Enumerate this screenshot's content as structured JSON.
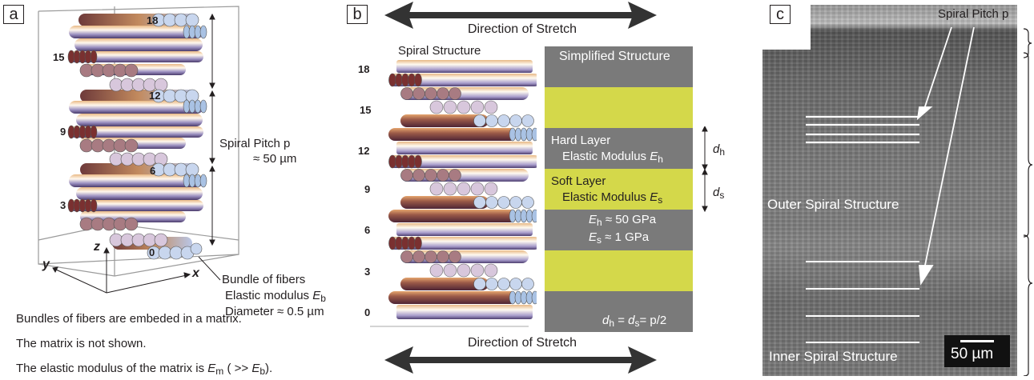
{
  "panel_a": {
    "label": "a",
    "layer_numbers": [
      "18",
      "15",
      "12",
      "9",
      "6",
      "3",
      "0"
    ],
    "pitch_label": "Spiral Pitch p",
    "pitch_value": "≈ 50 µm",
    "axes": {
      "z": "z",
      "y": "y",
      "x": "x"
    },
    "bundle_title": "Bundle of fibers",
    "bundle_modulus_prefix": "Elastic modulus ",
    "bundle_modulus_symbol": "E",
    "bundle_modulus_sub": "b",
    "bundle_diameter": "Diameter ≈  0.5 µm",
    "caption_1": "Bundles of fibers are embeded in a matrix.",
    "caption_2": "The matrix is not shown.",
    "caption_3_prefix": "The elastic modulus of the matrix is ",
    "caption_3_symbol": "E",
    "caption_3_sub": "m",
    "caption_3_mid": " ( >> ",
    "caption_3_symbol2": "E",
    "caption_3_sub2": "b",
    "caption_3_end": ")."
  },
  "panel_b": {
    "label": "b",
    "stretch_top": "Direction of Stretch",
    "stretch_bottom": "Direction of Stretch",
    "spiral_title": "Spiral Structure",
    "layer_numbers": [
      "18",
      "15",
      "12",
      "9",
      "6",
      "3",
      "0"
    ],
    "simplified_title": "Simplified Structure",
    "hard_layer": "Hard Layer",
    "hard_modulus_prefix": "Elastic Modulus ",
    "hard_symbol": "E",
    "hard_sub": "h",
    "soft_layer": "Soft Layer",
    "soft_modulus_prefix": "Elastic Modulus ",
    "soft_symbol": "E",
    "soft_sub": "s",
    "eh_value": " ≈ 50 GPa",
    "es_value": " ≈  1 GPa",
    "dh_symbol": "d",
    "dh_sub": "h",
    "ds_symbol": "d",
    "ds_sub": "s",
    "relation_eq": " = ",
    "relation_end": "= p/2",
    "colors": {
      "hard": "#7a7a7a",
      "soft": "#d4d84a"
    }
  },
  "panel_c": {
    "label": "c",
    "pitch_label": "Spiral Pitch p",
    "outer_label": "Outer Spiral Structure",
    "inner_label": "Inner Spiral Structure",
    "scale_bar": "50 µm"
  }
}
